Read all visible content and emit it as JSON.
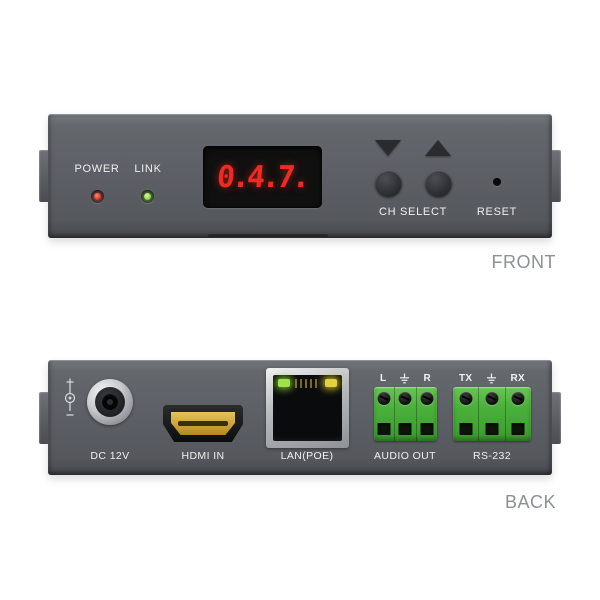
{
  "front": {
    "power_label": "POWER",
    "link_label": "LINK",
    "display_value": "0.4.7.",
    "ch_select_label": "CH SELECT",
    "reset_label": "RESET",
    "caption": "FRONT"
  },
  "back": {
    "dc_label": "DC 12V",
    "hdmi_label": "HDMI IN",
    "lan_label": "LAN(POE)",
    "audio_marks": {
      "left": "L",
      "right": "R"
    },
    "audio_label": "AUDIO OUT",
    "rs232_marks": {
      "tx": "TX",
      "rx": "RX"
    },
    "rs232_label": "RS-232",
    "caption": "BACK"
  },
  "colors": {
    "panel_gray": "#5d6066",
    "display_red": "#ee2b22",
    "power_led_red": "#e23c24",
    "link_led_green": "#8fdb49",
    "lan_led_green": "#9fe34a",
    "lan_led_yellow": "#e3d23a",
    "connector_green": "#4cb23c",
    "hdmi_gold": "#c9a235"
  }
}
